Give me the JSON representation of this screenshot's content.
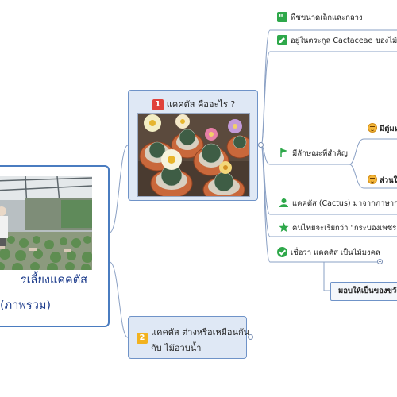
{
  "root": {
    "title": "รเลี้ยงแคคตัส",
    "subtitle": "(ภาพรวม)"
  },
  "topic1": {
    "number": "1",
    "label": "แคคตัส คืออะไร ?"
  },
  "topic2": {
    "number": "2",
    "line1": "แคคตัส ต่างหรือเหมือนกัน",
    "line2": "กับ ไม้อวบน้ำ"
  },
  "leaves": {
    "small_medium": "พืชขนาดเล็กและกลาง",
    "family": "อยู่ในตระกูล Cactaceae ของไม้อวบ",
    "key_traits": "มีลักษณะที่สำคัญ",
    "origin": "แคคตัส (Cactus) มาจากภาษากรีกที่ว่",
    "thai_name": "คนไทยจะเรียกว่า \"กระบองเพชร\"",
    "belief": "เชื่อว่า แคคตัส เป็นไม้มงคล"
  },
  "sub_leaves": {
    "trait_1": "มีตุ่มหน",
    "trait_2": "ส่วนใ"
  },
  "gift": {
    "label": "มอบให้เป็นของขวัญ"
  },
  "colors": {
    "accent_blue": "#4a7cc0",
    "topic_fill": "#dfe8f5",
    "title_text": "#1d3c8c",
    "badge_red": "#e0413b",
    "badge_orange": "#f2b21f",
    "icon_green": "#2ea84a"
  },
  "icons": [
    "quote-icon",
    "edit-icon",
    "flag-icon",
    "person-icon",
    "star-icon",
    "check-icon",
    "emoji-icon",
    "collapse-toggle-icon"
  ]
}
